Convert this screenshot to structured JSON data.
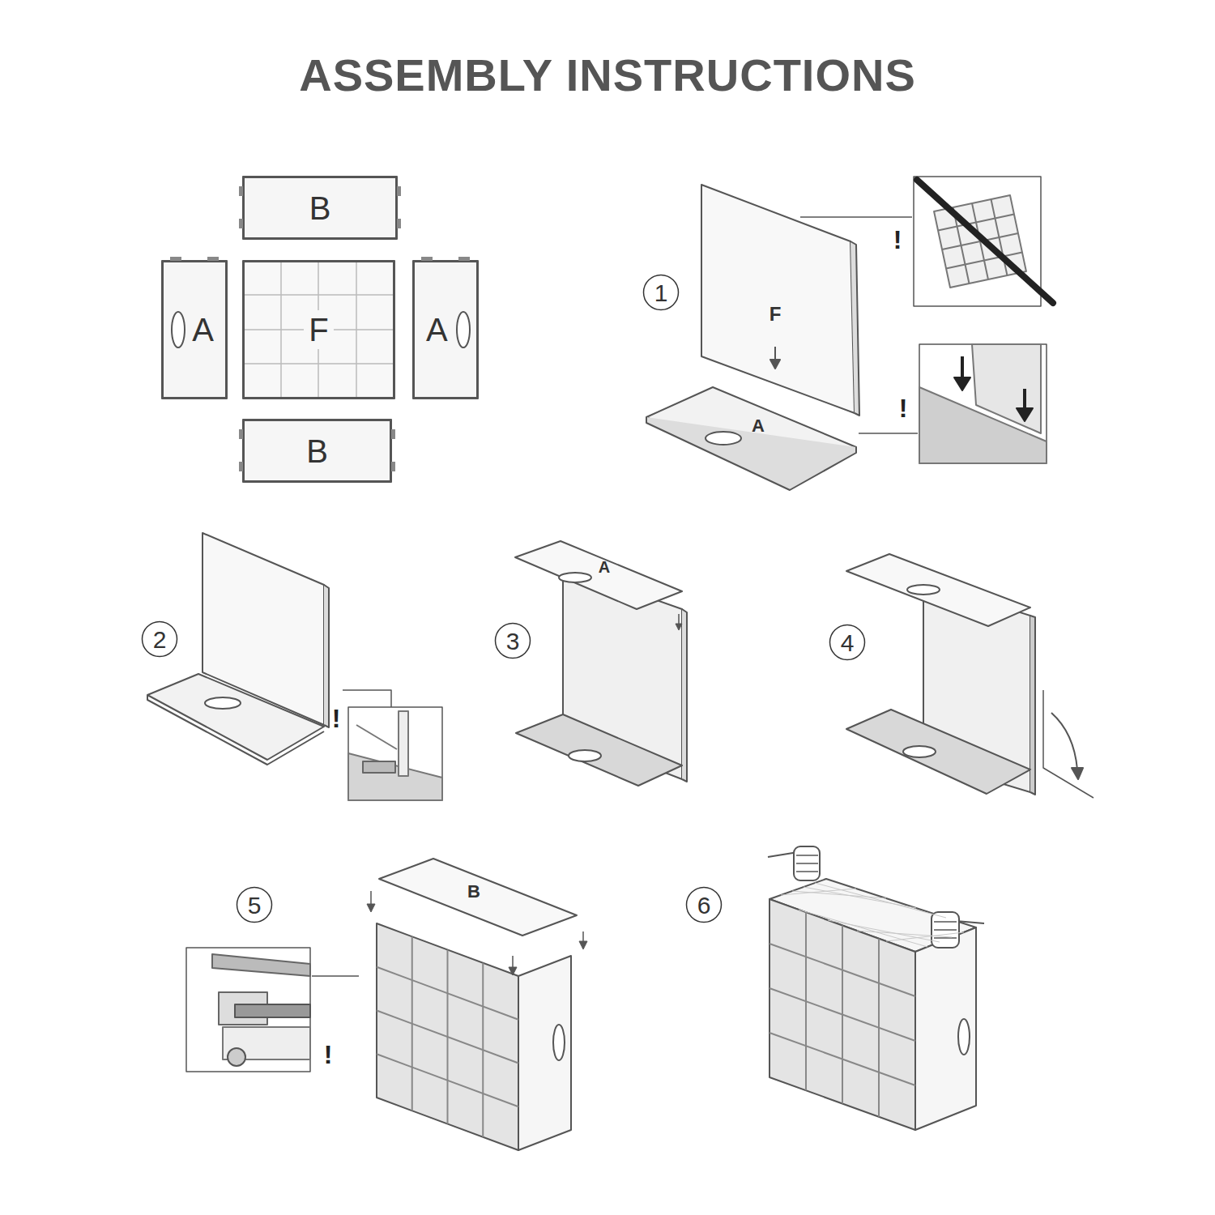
{
  "diagram": {
    "title": "ASSEMBLY INSTRUCTIONS",
    "nodes": [
      {
        "text": [
          "B"
        ]
      },
      {
        "text": [
          "A"
        ]
      },
      {
        "text": [
          "F"
        ]
      },
      {
        "text": [
          "A"
        ]
      },
      {
        "text": [
          "B"
        ]
      },
      {
        "text": [
          "1"
        ]
      },
      {
        "text": [
          "2"
        ]
      },
      {
        "text": [
          "3"
        ]
      },
      {
        "text": [
          "4"
        ]
      },
      {
        "text": [
          "5"
        ]
      },
      {
        "text": [
          "6"
        ]
      }
    ],
    "labels": [
      "!",
      "F",
      "!",
      "A",
      "!",
      "A",
      "B",
      "!"
    ]
  }
}
